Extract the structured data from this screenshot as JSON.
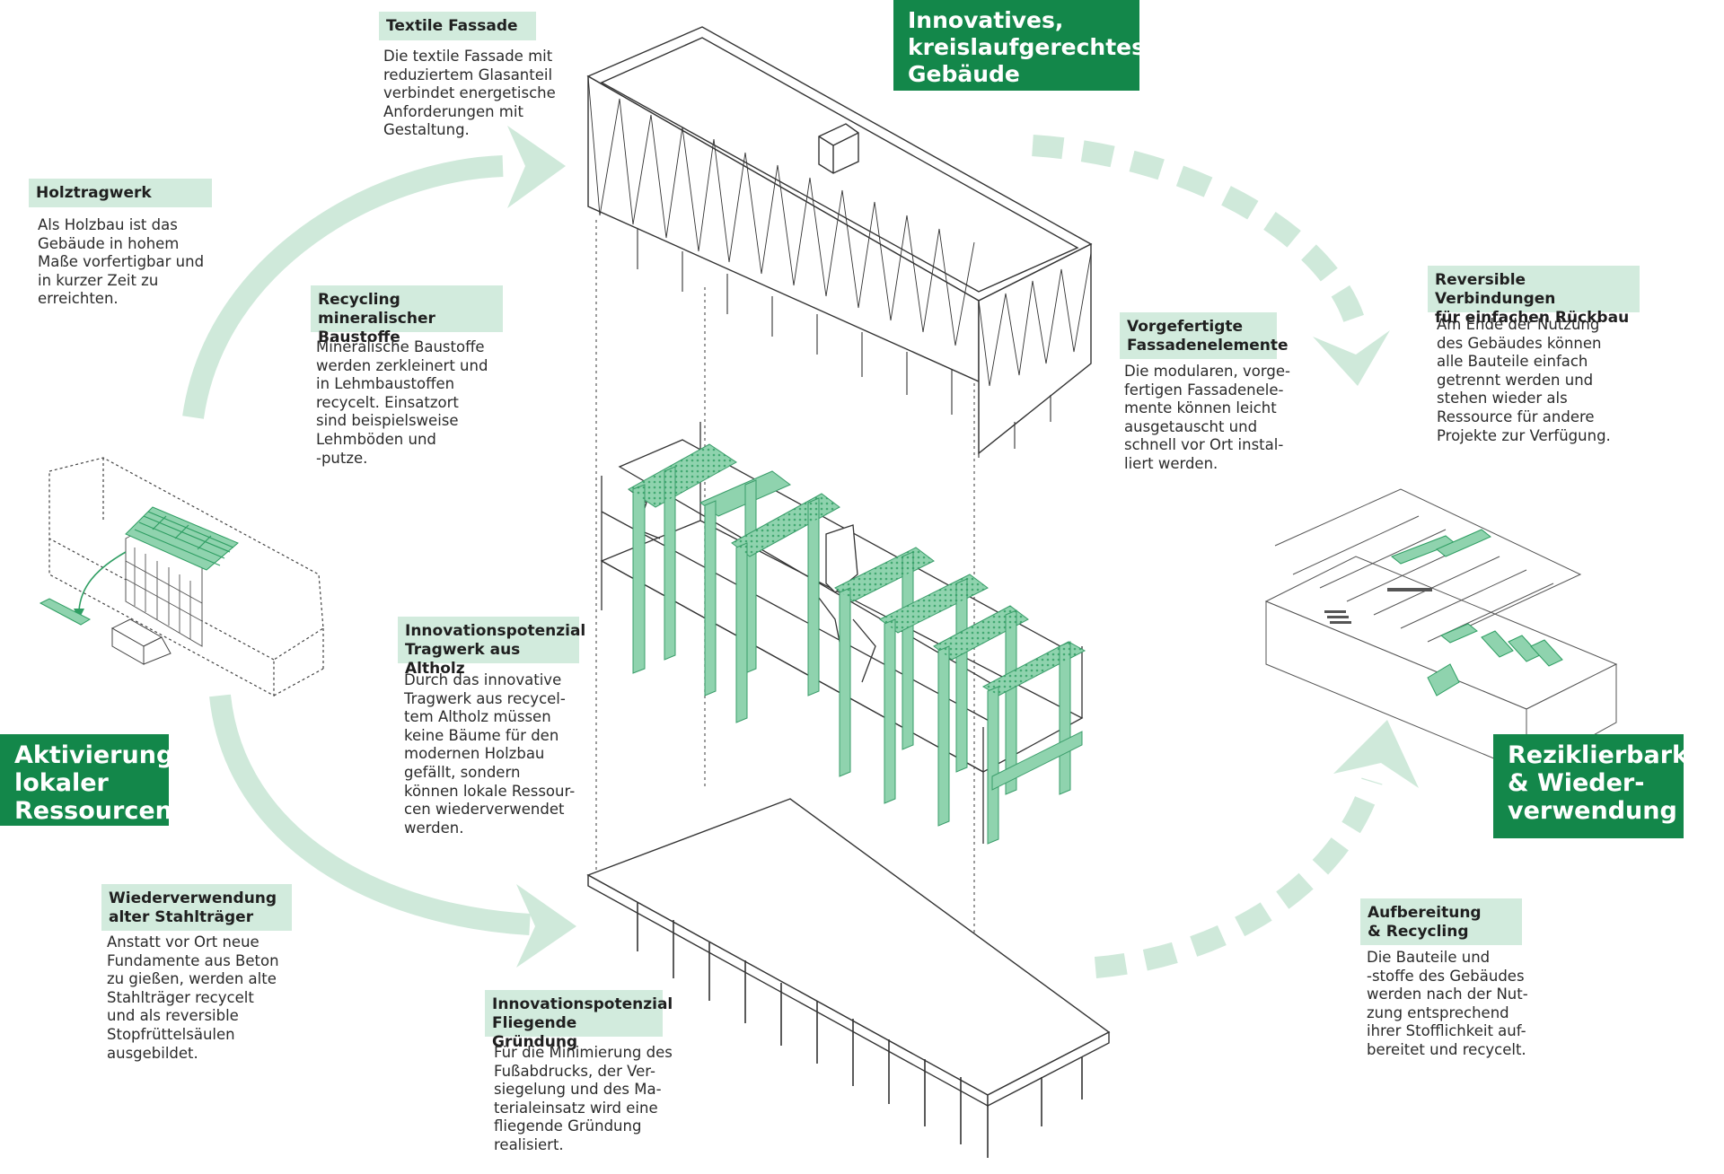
{
  "headings": {
    "center": "Innovatives,\nkreislaufgerechtes\nGebäude",
    "left": "Aktivierung\nlokaler\nRessourcen",
    "right": "Reziklierbarkeit\n& Wieder-\nverwendung"
  },
  "blocks": {
    "textile": {
      "title": "Textile Fassade",
      "text": "Die textile Fassade mit\nreduziertem Glasanteil\nverbindet energetische\nAnforderungen mit\nGestaltung."
    },
    "holz": {
      "title": "Holztragwerk",
      "text": "Als Holzbau ist das\nGebäude in hohem\nMaße vorfertigbar und\nin kurzer Zeit zu\nerreichten."
    },
    "recycling": {
      "title": "Recycling mineralischer\nBaustoffe",
      "text": "Mineralische Baustoffe\nwerden zerkleinert und\nin Lehmbaustoffen\nrecycelt. Einsatzort\nsind beispielsweise\nLehmböden und\n-putze."
    },
    "vorgefertigt": {
      "title": "Vorgefertigte\nFassadenelemente",
      "text": "Die modularen, vorge-\nfertigen Fassadenele-\nmente können leicht\nausgetauscht und\nschnell vor Ort instal-\nliert werden."
    },
    "reversibel": {
      "title": "Reversible Verbindungen\nfür einfachen Rückbau",
      "text": "Am Ende der Nutzung\ndes Gebäudes können\nalle Bauteile einfach\ngetrennt werden und\nstehen wieder als\nRessource für andere\nProjekte zur Verfügung."
    },
    "altholz": {
      "title": "Innovationspotenzial\nTragwerk aus Altholz",
      "text": "Durch das innovative\nTragwerk aus recycel-\ntem Altholz müssen\nkeine Bäume für den\nmodernen Holzbau\ngefällt, sondern\nkönnen lokale Ressour-\ncen wiederverwendet\nwerden."
    },
    "stahl": {
      "title": "Wiederverwendung\nalter Stahlträger",
      "text": "Anstatt vor Ort neue\nFundamente aus Beton\nzu gießen, werden alte\nStahlträger recycelt\nund als reversible\nStopfrüttelsäulen\nausgebildet."
    },
    "gruendung": {
      "title": "Innovationspotenzial\nFliegende Gründung",
      "text": "Für die Minimierung des\nFußabdrucks, der Ver-\nsiegelung und des Ma-\nterialeinsatz wird eine\nfliegende Gründung\nrealisiert."
    },
    "aufbereitung": {
      "title": "Aufbereitung\n& Recycling",
      "text": "Die Bauteile und\n-stoffe des Gebäudes\nwerden nach der Nut-\nzung entsprechend\nihrer Stofflichkeit auf-\nbereitet und recycelt."
    }
  },
  "colors": {
    "accent": "#13874a",
    "label_bg": "#d2ebdd",
    "arrow": "#cfe9da",
    "frame_green": "#8fd3ae",
    "line": "#333333"
  }
}
